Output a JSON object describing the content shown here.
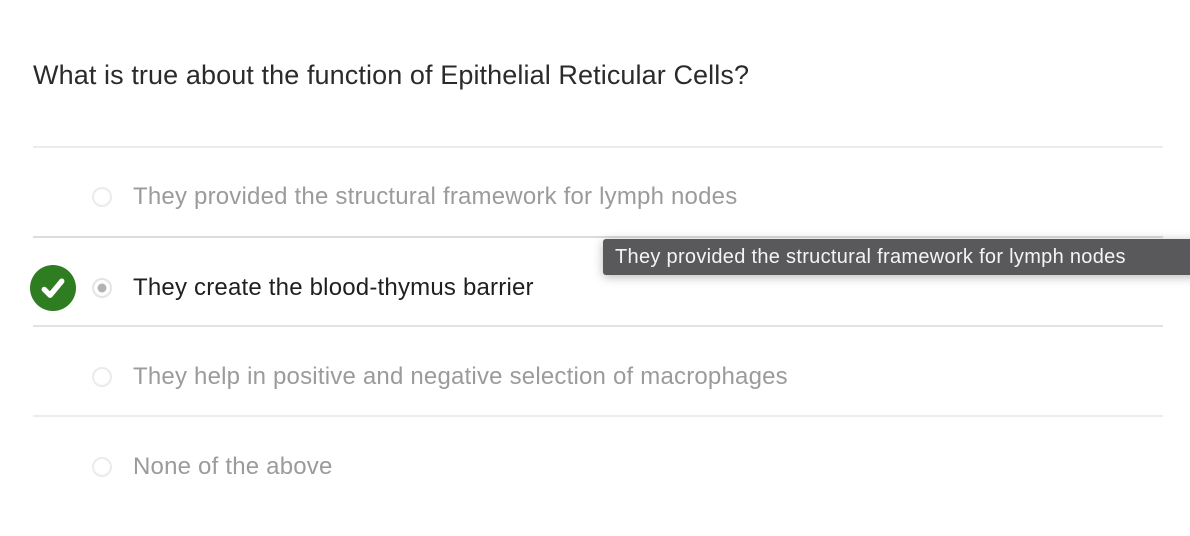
{
  "question": {
    "title": "What is true about the function of Epithelial Reticular Cells?"
  },
  "options": [
    {
      "label": "They provided the structural framework for lymph nodes",
      "selected": false,
      "marked_correct": false
    },
    {
      "label": "They create the blood-thymus barrier",
      "selected": true,
      "marked_correct": true
    },
    {
      "label": "They help in positive and negative selection of macrophages",
      "selected": false,
      "marked_correct": false
    },
    {
      "label": "None of the above",
      "selected": false,
      "marked_correct": false
    }
  ],
  "tooltip": {
    "text": "They provided the structural framework for lymph nodes"
  },
  "icons": {
    "correct_badge": "checkmark-icon"
  },
  "colors": {
    "correct_green": "#2e7d20",
    "tooltip_background": "#59595b",
    "tooltip_text": "#f4f4f4",
    "selected_option_text": "#1f1f1f",
    "option_text": "#9b9b9b",
    "divider": "#ececec",
    "radio_border": "#ebebeb",
    "radio_dot": "#b3b3b3",
    "title_text": "#2b2b2b",
    "background": "#ffffff"
  }
}
